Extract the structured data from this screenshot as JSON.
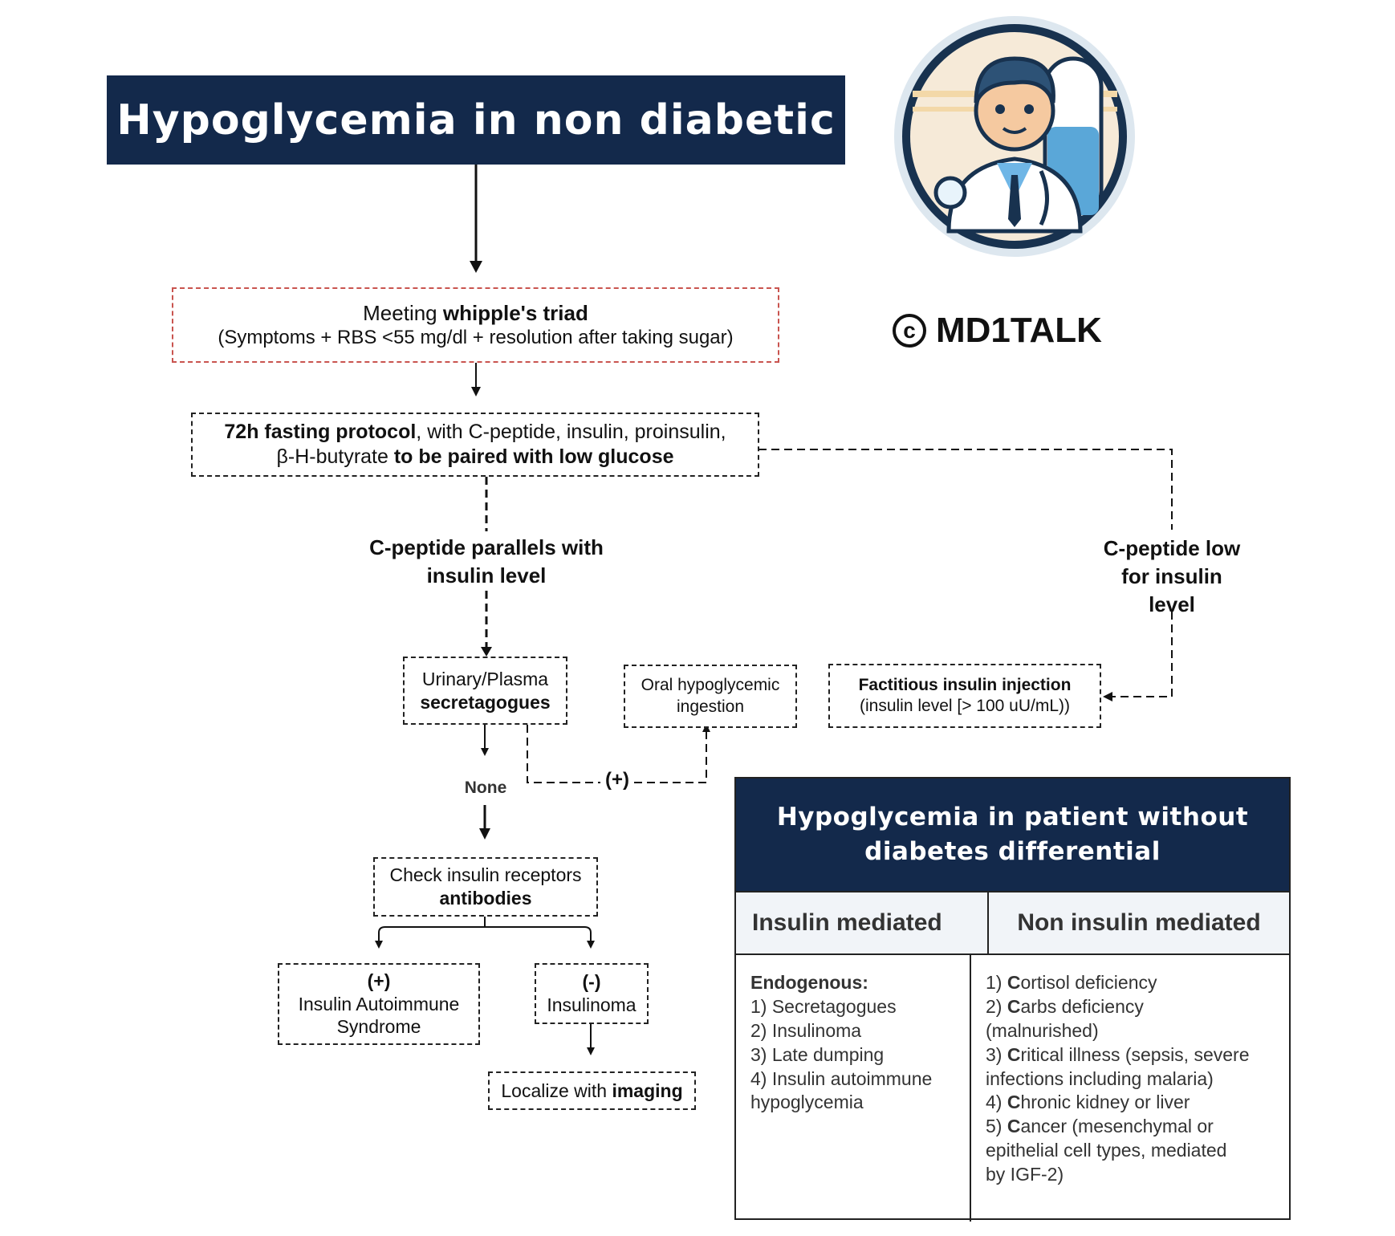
{
  "title": "Hypoglycemia in non diabetic",
  "brand": {
    "copyright_symbol": "c",
    "name": "MD1TALK"
  },
  "whipple": {
    "line1_prefix": "Meeting ",
    "line1_bold": "whipple's triad",
    "line2": "(Symptoms + RBS <55 mg/dl + resolution after taking sugar)"
  },
  "fasting": {
    "line1_bold": "72h fasting protocol",
    "line1_rest": ", with C-peptide, insulin, proinsulin,",
    "line2_prefix": "β-H-butyrate ",
    "line2_bold": "to be paired with low glucose"
  },
  "branch_left_label": [
    "C-peptide parallels with",
    "insulin level"
  ],
  "branch_right_label": [
    "C-peptide low",
    "for insulin",
    "level"
  ],
  "secretagogues": {
    "line1": "Urinary/Plasma",
    "line2_bold": "secretagogues"
  },
  "oral": {
    "line1": "Oral hypoglycemic",
    "line2": "ingestion"
  },
  "factitious": {
    "line1_bold": "Factitious insulin injection",
    "line2": "(insulin level [> 100 uU/mL))"
  },
  "plus_label": "(+)",
  "none_label": "None",
  "antibodies": {
    "line1": "Check insulin receptors",
    "line2_bold": "antibodies"
  },
  "autoimmune": {
    "line1": "(+)",
    "line2": "Insulin Autoimmune",
    "line3": "Syndrome"
  },
  "insulinoma": {
    "line1": "(-)",
    "line2": "Insulinoma"
  },
  "localize": {
    "prefix": "Localize with ",
    "bold": "imaging"
  },
  "table": {
    "heading_line1": "Hypoglycemia in patient without",
    "heading_line2": "diabetes differential",
    "col1_header": "Insulin mediated",
    "col2_header": "Non insulin mediated",
    "col1_title": "Endogenous:",
    "col1_items": [
      "1) Secretagogues",
      "2) Insulinoma",
      "3) Late dumping",
      "4) Insulin autoimmune",
      "hypoglycemia"
    ],
    "col2_items": [
      {
        "num": "1) ",
        "bold": "C",
        "rest": "ortisol deficiency"
      },
      {
        "num": "2) ",
        "bold": "C",
        "rest": "arbs deficiency"
      },
      {
        "num": "",
        "bold": "",
        "rest": "(malnurished)"
      },
      {
        "num": "3) ",
        "bold": "C",
        "rest": "ritical illness (sepsis, severe"
      },
      {
        "num": "",
        "bold": "",
        "rest": "infections including malaria)"
      },
      {
        "num": "4) ",
        "bold": "C",
        "rest": "hronic kidney or liver"
      },
      {
        "num": "5) ",
        "bold": "C",
        "rest": "ancer (mesenchymal or"
      },
      {
        "num": "",
        "bold": "",
        "rest": "epithelial cell types, mediated"
      },
      {
        "num": "",
        "bold": "",
        "rest": "by IGF-2)"
      }
    ]
  },
  "colors": {
    "navy": "#13294b",
    "red_dash": "#c9544f",
    "light_header": "#f1f4f8"
  },
  "icons": {
    "avatar": "doctor-avatar-icon"
  }
}
